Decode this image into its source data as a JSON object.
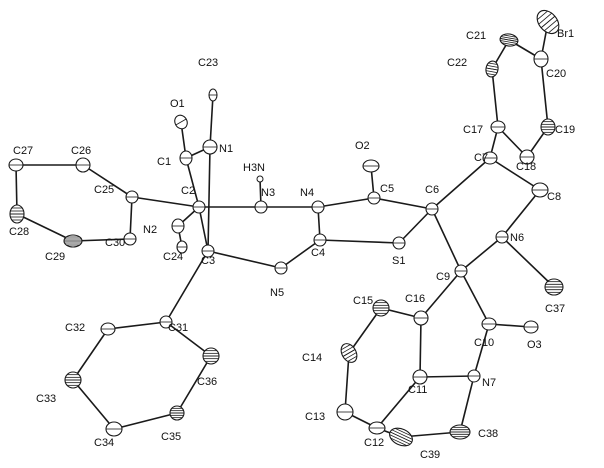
{
  "colors": {
    "ink": "#1a1a1a",
    "background": "#ffffff"
  },
  "atoms": [
    {
      "id": "Br1",
      "label": "Br1"
    },
    {
      "id": "C21",
      "label": "C21"
    },
    {
      "id": "C20",
      "label": "C20"
    },
    {
      "id": "C22",
      "label": "C22"
    },
    {
      "id": "C17",
      "label": "C17"
    },
    {
      "id": "C19",
      "label": "C19"
    },
    {
      "id": "C18",
      "label": "C18"
    },
    {
      "id": "C7",
      "label": "C7"
    },
    {
      "id": "C8",
      "label": "C8"
    },
    {
      "id": "C23",
      "label": "C23"
    },
    {
      "id": "O1",
      "label": "O1"
    },
    {
      "id": "N1",
      "label": "N1"
    },
    {
      "id": "C1",
      "label": "C1"
    },
    {
      "id": "O2",
      "label": "O2"
    },
    {
      "id": "H3N",
      "label": "H3N"
    },
    {
      "id": "C27",
      "label": "C27"
    },
    {
      "id": "C26",
      "label": "C26"
    },
    {
      "id": "C25",
      "label": "C25"
    },
    {
      "id": "C2",
      "label": "C2"
    },
    {
      "id": "N3",
      "label": "N3"
    },
    {
      "id": "N4",
      "label": "N4"
    },
    {
      "id": "C5",
      "label": "C5"
    },
    {
      "id": "C6",
      "label": "C6"
    },
    {
      "id": "C28",
      "label": "C28"
    },
    {
      "id": "N2",
      "label": "N2"
    },
    {
      "id": "C29",
      "label": "C29"
    },
    {
      "id": "C30",
      "label": "C30"
    },
    {
      "id": "C24",
      "label": "C24"
    },
    {
      "id": "C3",
      "label": "C3"
    },
    {
      "id": "C4",
      "label": "C4"
    },
    {
      "id": "S1",
      "label": "S1"
    },
    {
      "id": "N6",
      "label": "N6"
    },
    {
      "id": "C9",
      "label": "C9"
    },
    {
      "id": "N5",
      "label": "N5"
    },
    {
      "id": "C15",
      "label": "C15"
    },
    {
      "id": "C16",
      "label": "C16"
    },
    {
      "id": "C37",
      "label": "C37"
    },
    {
      "id": "C32",
      "label": "C32"
    },
    {
      "id": "C31",
      "label": "C31"
    },
    {
      "id": "C10",
      "label": "C10"
    },
    {
      "id": "O3",
      "label": "O3"
    },
    {
      "id": "C14",
      "label": "C14"
    },
    {
      "id": "C36",
      "label": "C36"
    },
    {
      "id": "C11",
      "label": "C11"
    },
    {
      "id": "N7",
      "label": "N7"
    },
    {
      "id": "C33",
      "label": "C33"
    },
    {
      "id": "C13",
      "label": "C13"
    },
    {
      "id": "C35",
      "label": "C35"
    },
    {
      "id": "C12",
      "label": "C12"
    },
    {
      "id": "C38",
      "label": "C38"
    },
    {
      "id": "C34",
      "label": "C34"
    },
    {
      "id": "C39",
      "label": "C39"
    }
  ]
}
